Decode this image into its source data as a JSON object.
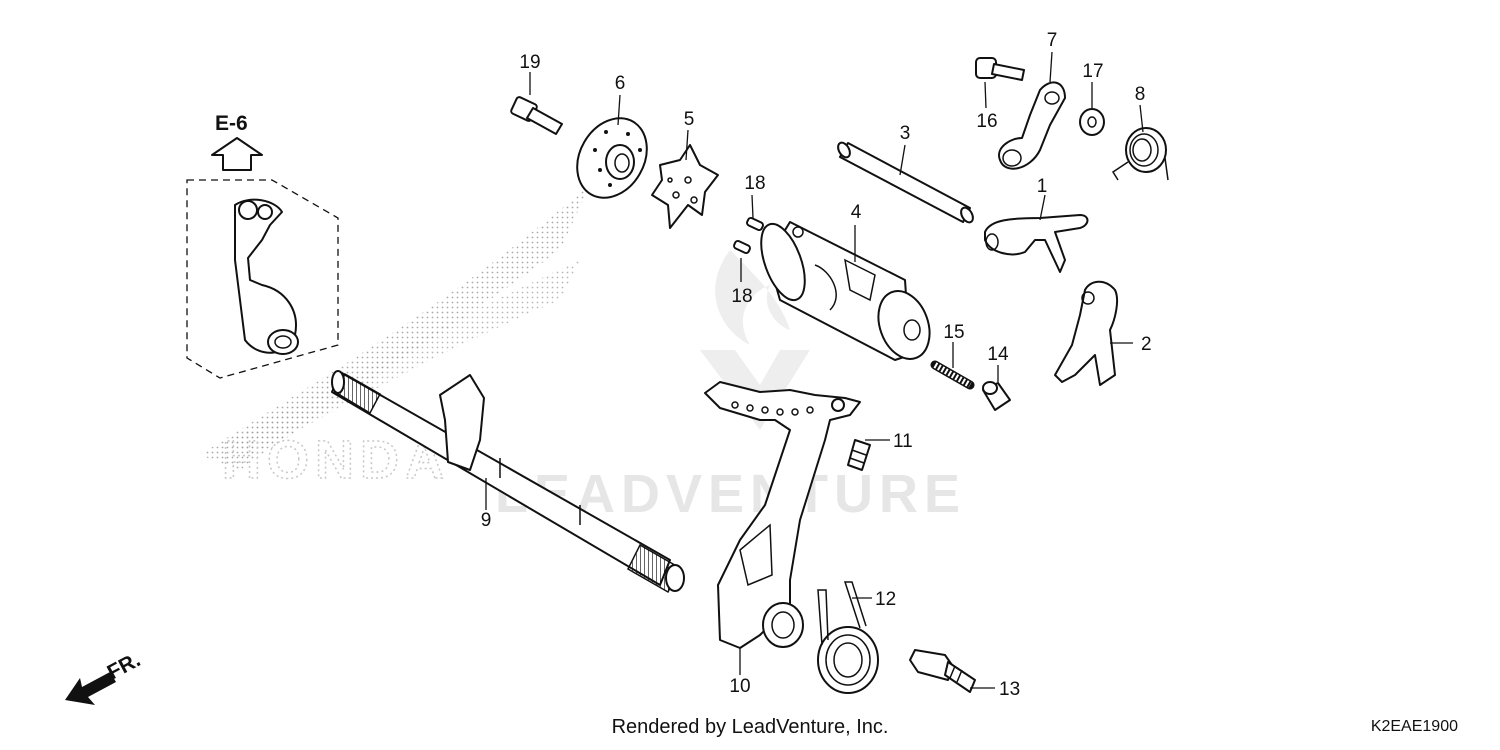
{
  "diagram": {
    "reference_label": "E-6",
    "front_label": "FR.",
    "watermark_left": "HONDA",
    "watermark_center": "LEADVENTURE",
    "footer": "Rendered by LeadVenture, Inc.",
    "diagram_code": "K2EAE1900",
    "callouts": [
      "1",
      "2",
      "3",
      "4",
      "5",
      "6",
      "7",
      "8",
      "9",
      "10",
      "11",
      "12",
      "13",
      "14",
      "15",
      "16",
      "17",
      "18",
      "18",
      "19"
    ]
  },
  "colors": {
    "line": "#111111",
    "watermark": "#e6e6e6",
    "background": "#ffffff"
  }
}
